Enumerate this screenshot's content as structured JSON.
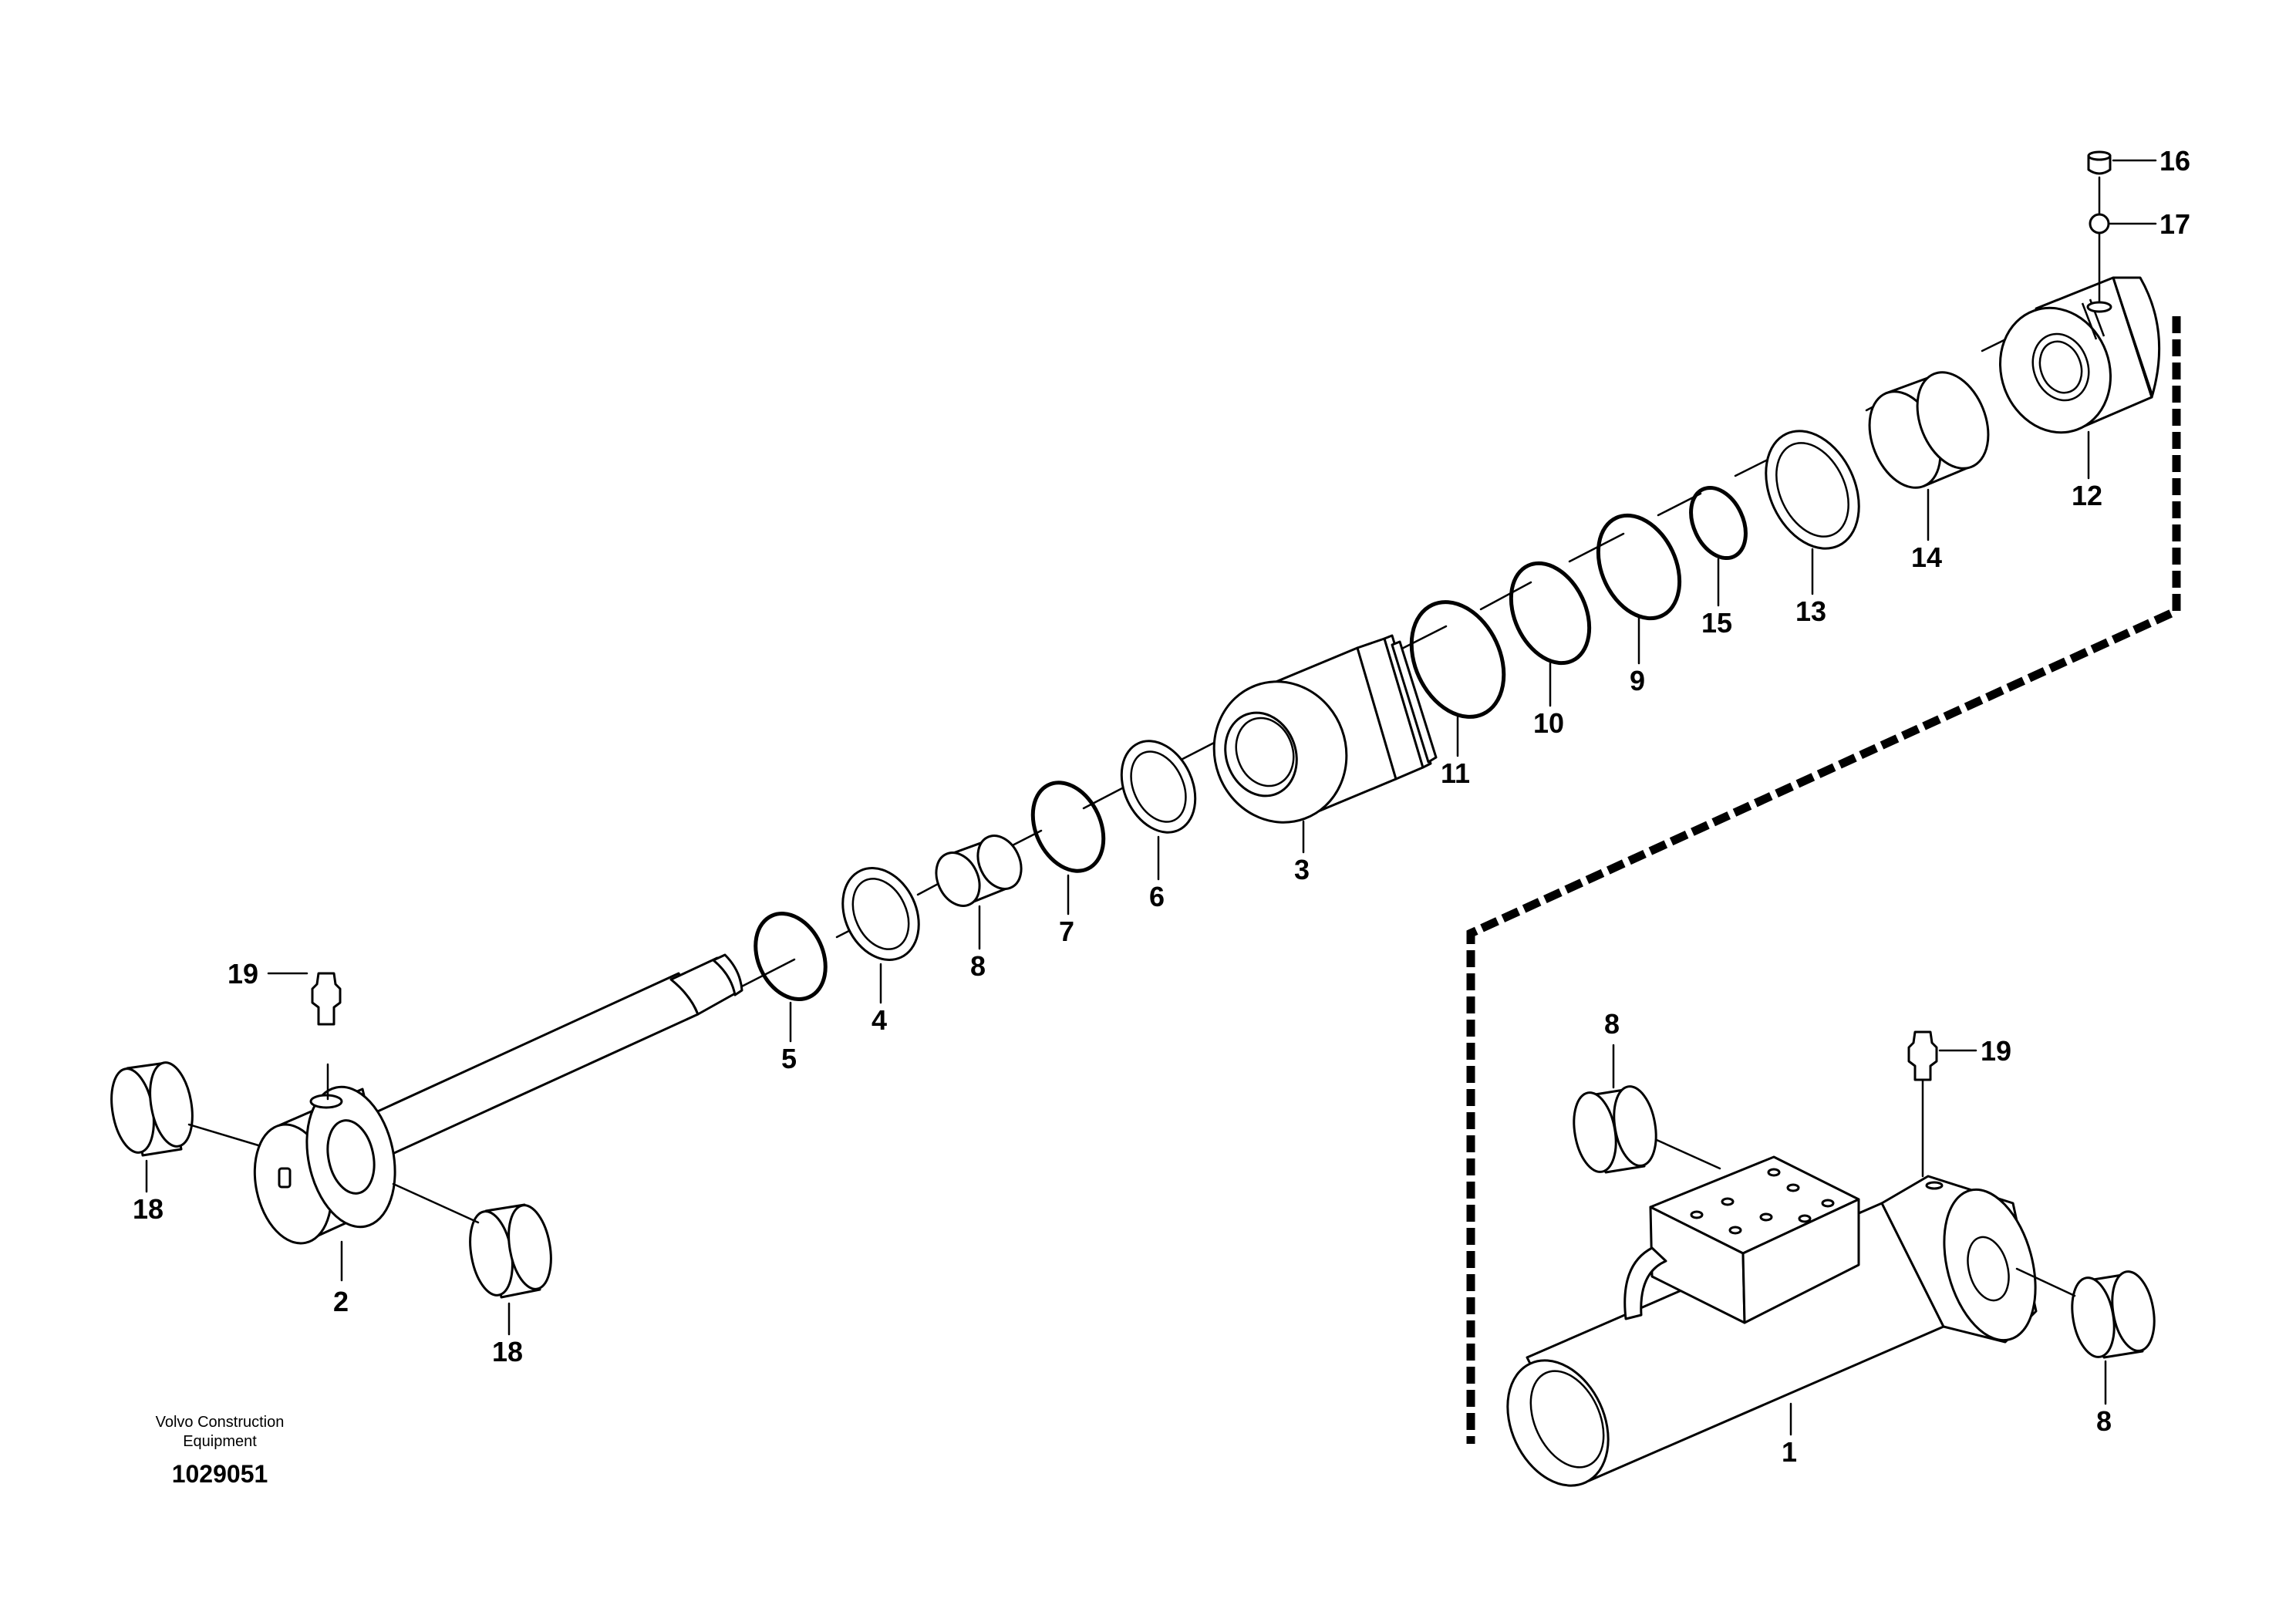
{
  "labels": {
    "p1": "1",
    "p2": "2",
    "p3": "3",
    "p4": "4",
    "p5": "5",
    "p6": "6",
    "p7": "7",
    "p8a": "8",
    "p8b": "8",
    "p8c": "8",
    "p9": "9",
    "p10": "10",
    "p11": "11",
    "p12": "12",
    "p13": "13",
    "p14": "14",
    "p15": "15",
    "p16": "16",
    "p17": "17",
    "p18a": "18",
    "p18b": "18",
    "p19a": "19",
    "p19b": "19"
  },
  "caption": {
    "line1": "Volvo Construction",
    "line2": "Equipment",
    "doc_number": "1029051"
  },
  "colors": {
    "ink": "#000000",
    "paper": "#ffffff"
  }
}
